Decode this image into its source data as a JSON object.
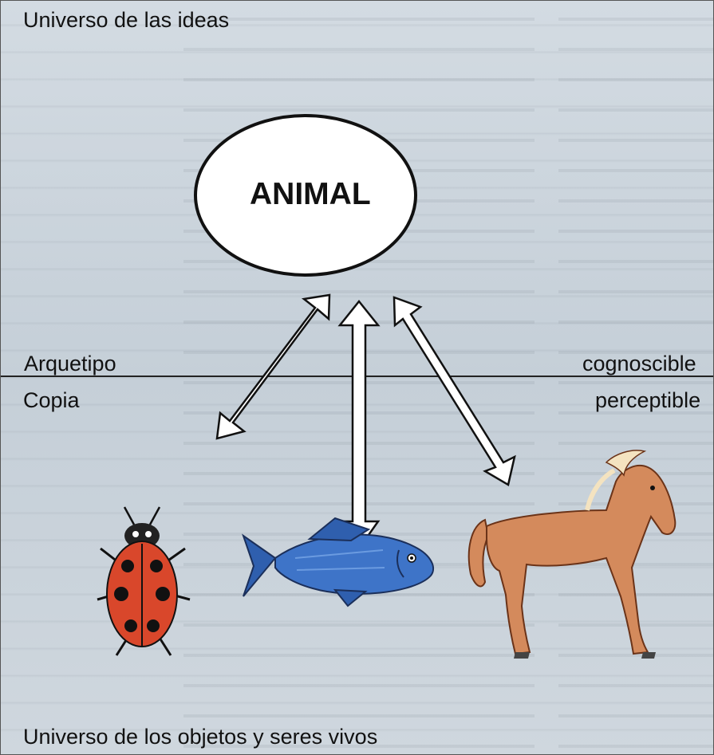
{
  "labels": {
    "top_universe": "Universo de las ideas",
    "idea": "ANIMAL",
    "archetype": "Arquetipo",
    "copy": "Copia",
    "knowable": "cognoscible",
    "perceptible": "perceptible",
    "bottom_universe": "Universo de los objetos y seres vivos"
  },
  "icons": [
    "idea-ellipse",
    "double-arrow",
    "ladybug-icon",
    "fish-icon",
    "horse-icon"
  ],
  "colors": {
    "background": "#c9d3dc",
    "ellipse_fill": "#ffffff",
    "arrow_fill": "#ffffff",
    "ladybug": "#d9472b",
    "fish": "#3e74c8",
    "horse": "#d48a5c"
  }
}
